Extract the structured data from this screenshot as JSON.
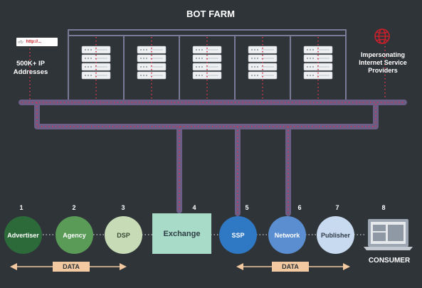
{
  "title": "BOT FARM",
  "browser_badge": {
    "url": "http://..."
  },
  "left_label": "500K+ IP Addresses",
  "right_label": "Impersonating Internet Service Providers",
  "nodes": [
    {
      "num": "1",
      "label": "Advertiser",
      "color": "#2d6a3a"
    },
    {
      "num": "2",
      "label": "Agency",
      "color": "#5a9b58"
    },
    {
      "num": "3",
      "label": "DSP",
      "color": "#c7dcb6"
    },
    {
      "num": "4",
      "label": "Exchange",
      "color": "#a8dcc8"
    },
    {
      "num": "5",
      "label": "SSP",
      "color": "#2f78c4"
    },
    {
      "num": "6",
      "label": "Network",
      "color": "#5b8ed0"
    },
    {
      "num": "7",
      "label": "Publisher",
      "color": "#c8daf0"
    },
    {
      "num": "8",
      "label": "CONSUMER"
    }
  ],
  "data_label_left": "DATA",
  "data_label_right": "DATA",
  "colors": {
    "background": "#2f3439",
    "pipe": "#6b5d86",
    "dot": "#d2344b",
    "arrow": "#f2c9a0",
    "server_frame": "#7b7a96",
    "globe": "#c8202b"
  }
}
